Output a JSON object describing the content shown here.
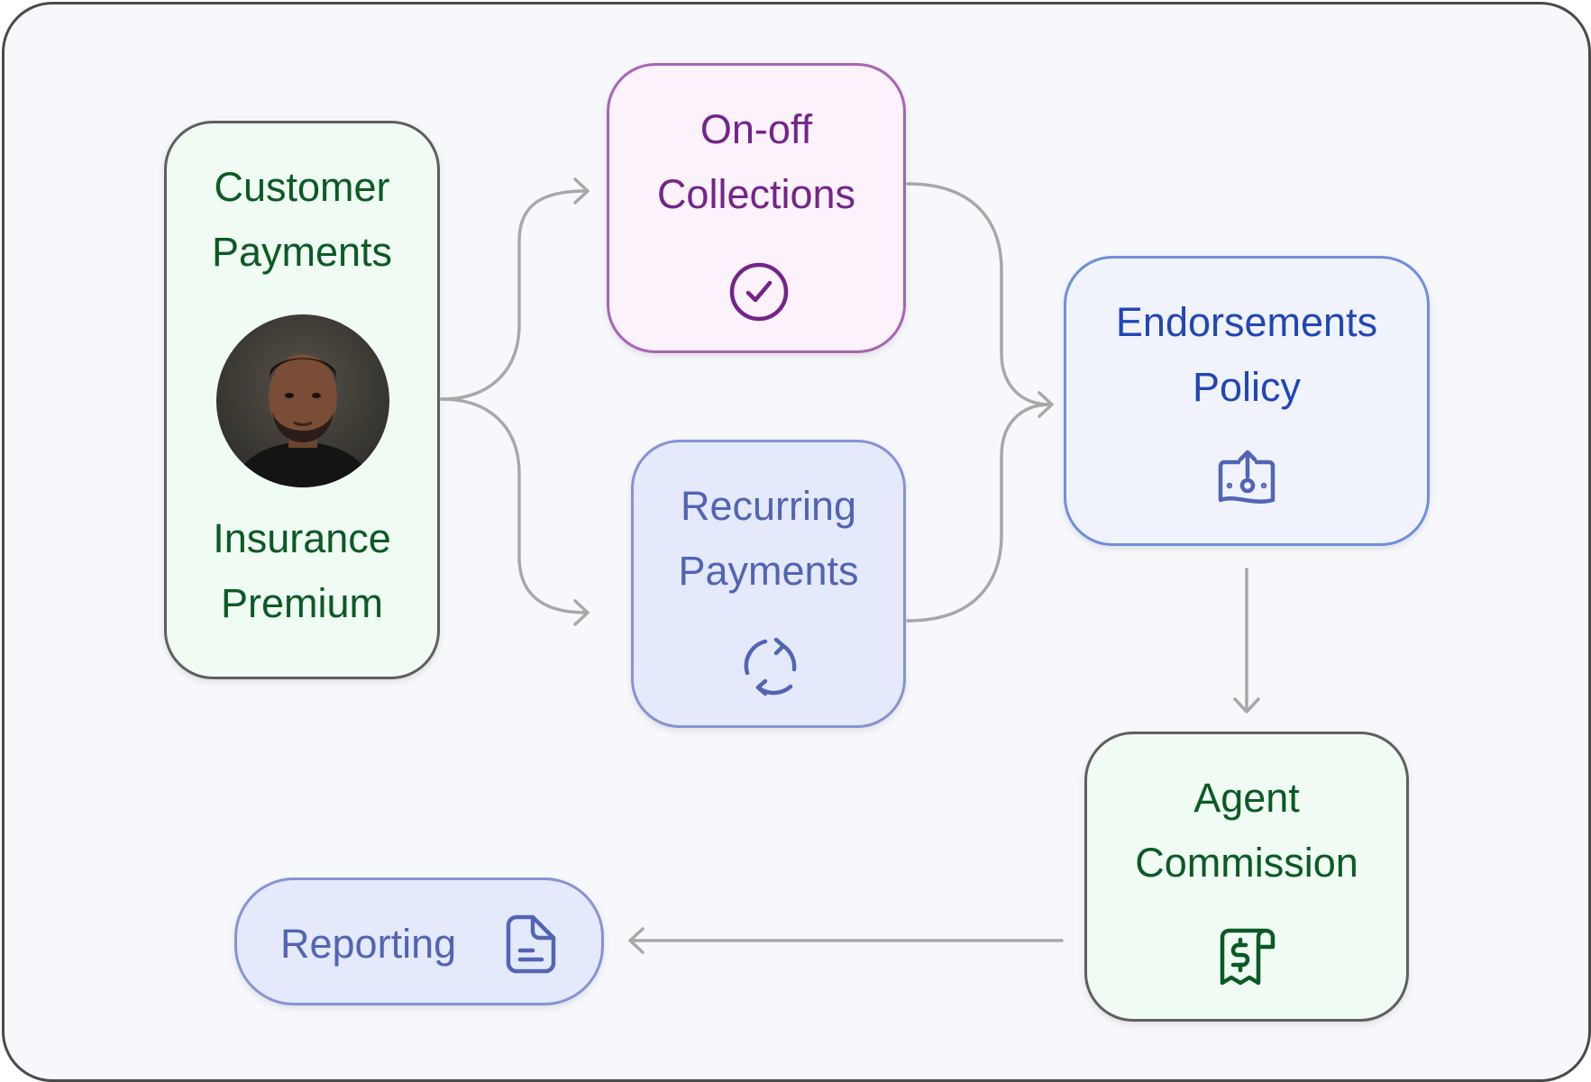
{
  "diagram": {
    "nodes": {
      "customer": {
        "line1": "Customer",
        "line2": "Payments",
        "line3": "Insurance",
        "line4": "Premium",
        "photo": "customer-portrait"
      },
      "onoff": {
        "line1": "On-off",
        "line2": "Collections",
        "icon": "check-circle-icon"
      },
      "recurring": {
        "line1": "Recurring",
        "line2": "Payments",
        "icon": "refresh-icon"
      },
      "endorsements": {
        "line1": "Endorsements",
        "line2": "Policy",
        "icon": "money-upload-icon"
      },
      "agent": {
        "line1": "Agent",
        "line2": "Commission",
        "icon": "dollar-receipt-icon"
      },
      "reporting": {
        "label": "Reporting",
        "icon": "document-icon"
      }
    },
    "edges": [
      {
        "from": "customer",
        "to": "onoff"
      },
      {
        "from": "customer",
        "to": "recurring"
      },
      {
        "from": "onoff",
        "to": "endorsements"
      },
      {
        "from": "recurring",
        "to": "endorsements"
      },
      {
        "from": "endorsements",
        "to": "agent"
      },
      {
        "from": "agent",
        "to": "reporting"
      }
    ],
    "colors": {
      "green_text": "#0b5a24",
      "purple_text": "#74248a",
      "lavender_text": "#5264b4",
      "blue_text": "#2146b5",
      "connector": "#a8a8a8"
    }
  }
}
